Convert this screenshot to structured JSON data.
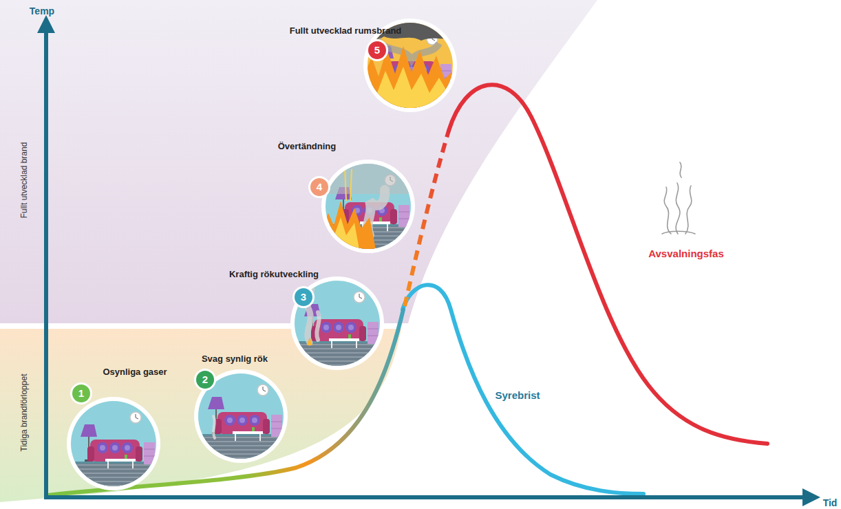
{
  "diagram": {
    "nodes": [
      {
        "text": [
          "Fullt utvecklad brand"
        ]
      },
      {
        "text": [
          "Tidiga brandförloppet"
        ]
      },
      {
        "text": [
          "Osynliga gaser",
          "1"
        ]
      },
      {
        "text": [
          "Svag synlig rök",
          "2"
        ]
      },
      {
        "text": [
          "Kraftig rökutveckling",
          "3"
        ]
      },
      {
        "text": [
          "Övertändning",
          "4"
        ]
      },
      {
        "text": [
          "Fullt utvecklad rumsbrand",
          "5"
        ]
      }
    ],
    "labels": [
      "Temp",
      "Tid",
      "Syrebrist",
      "Avsvalningsfas"
    ]
  }
}
